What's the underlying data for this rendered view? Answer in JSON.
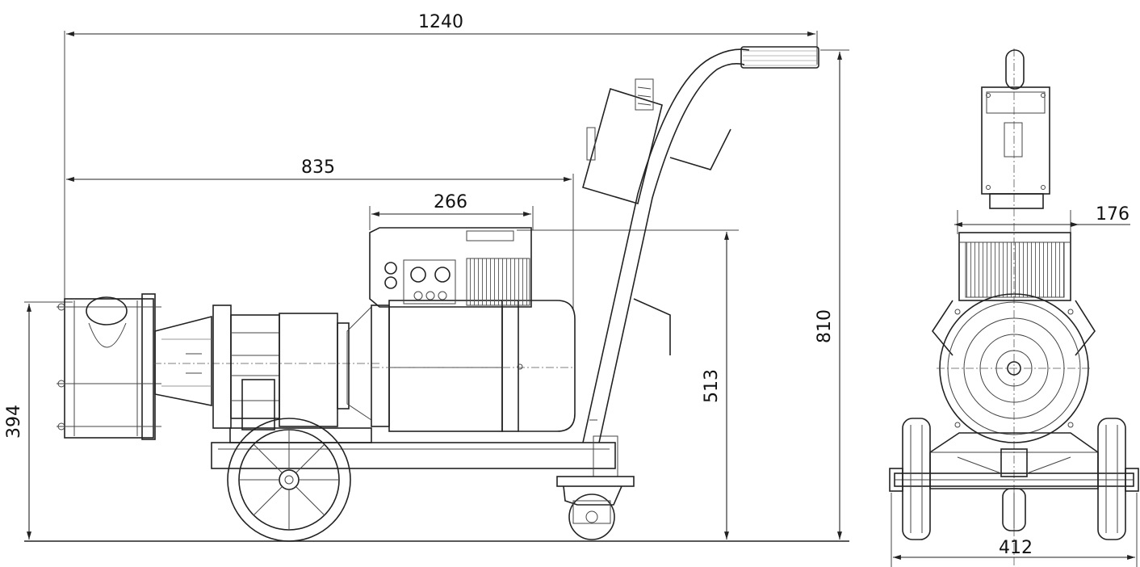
{
  "dimensions": {
    "overall_length": "1240",
    "wheel_to_pump_length": "835",
    "motor_box_width": "266",
    "pump_inlet_height": "394",
    "motor_top_height": "513",
    "overall_height": "810",
    "end_view_box_width": "176",
    "end_view_track_width": "412"
  }
}
